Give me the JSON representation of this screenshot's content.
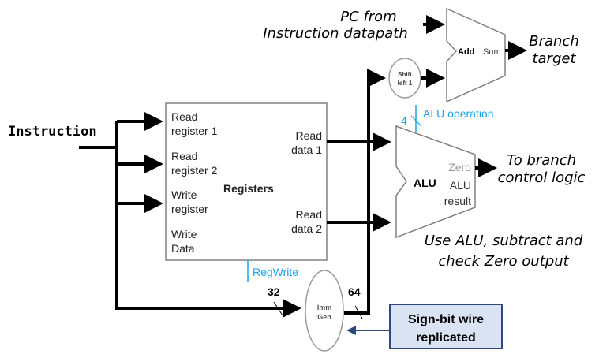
{
  "colors": {
    "wire": "#000000",
    "block_stroke": "#808080",
    "control": "#1aa3e0",
    "label_gray": "#888888",
    "callout_fill": "#dae3f3",
    "callout_stroke": "#2f4a7a",
    "callout_arrow": "#2f4a7a"
  },
  "inputs": {
    "instruction": "Instruction",
    "pc_line1": "PC from",
    "pc_line2": "Instruction datapath"
  },
  "registers": {
    "title": "Registers",
    "read_reg1_l1": "Read",
    "read_reg1_l2": "register 1",
    "read_reg2_l1": "Read",
    "read_reg2_l2": "register 2",
    "write_reg_l1": "Write",
    "write_reg_l2": "register",
    "write_data_l1": "Write",
    "write_data_l2": "Data",
    "read_data1_l1": "Read",
    "read_data1_l2": "data 1",
    "read_data2_l1": "Read",
    "read_data2_l2": "data 2",
    "control": "RegWrite"
  },
  "imm_gen": {
    "line1": "Imm",
    "line2": "Gen",
    "in_width": "32",
    "out_width": "64"
  },
  "shift": {
    "line1": "Shift",
    "line2": "left 1"
  },
  "adder": {
    "name": "Add",
    "output": "Sum"
  },
  "alu": {
    "name": "ALU",
    "zero": "Zero",
    "result_l1": "ALU",
    "result_l2": "result",
    "control": "ALU operation",
    "control_width": "4"
  },
  "outputs": {
    "branch_l1": "Branch",
    "branch_l2": "target",
    "ctrl_l1": "To branch",
    "ctrl_l2": "control logic"
  },
  "notes": {
    "alu_note_l1": "Use ALU, subtract and",
    "alu_note_l2": "check Zero output",
    "callout_l1": "Sign-bit wire",
    "callout_l2": "replicated"
  }
}
